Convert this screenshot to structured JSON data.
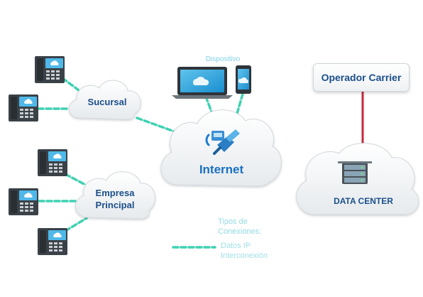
{
  "clouds": {
    "sucursal": "Sucursal",
    "empresa_line1": "Empresa",
    "empresa_line2": "Principal",
    "internet": "Internet",
    "datacenter": "DATA CENTER"
  },
  "device_label": "Dispositivo",
  "carrier_label": "Operador Carrier",
  "legend": {
    "title_line1": "Tipos de",
    "title_line2": "Conexiones:",
    "item_line1": "Datos IP",
    "item_line2": "Interconexión"
  },
  "colors": {
    "link_dashed": "#3fd1b3",
    "carrier_line": "#c8273a",
    "cloud_text": "#1b4f8a",
    "internet_text": "#1a6fc2",
    "legend_text": "#9fdfe6"
  }
}
